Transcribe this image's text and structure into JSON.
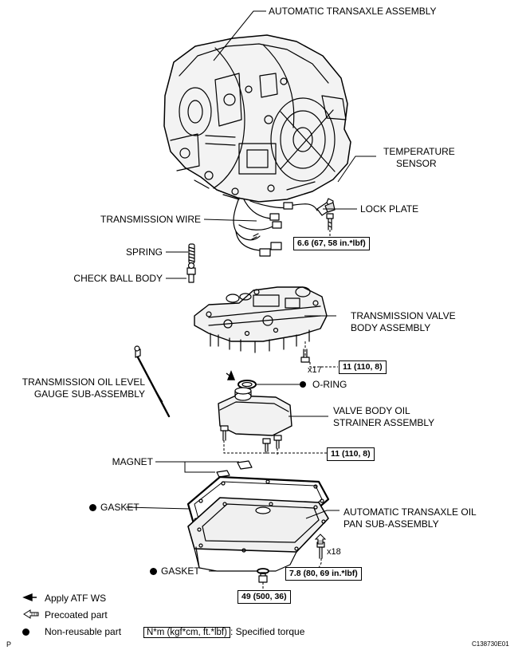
{
  "labels": {
    "automatic_transaxle_assembly": "AUTOMATIC TRANSAXLE ASSEMBLY",
    "temperature_sensor_1": "TEMPERATURE",
    "temperature_sensor_2": "SENSOR",
    "lock_plate": "LOCK PLATE",
    "transmission_wire": "TRANSMISSION WIRE",
    "spring": "SPRING",
    "check_ball_body": "CHECK BALL BODY",
    "valve_body_1": "TRANSMISSION VALVE",
    "valve_body_2": "BODY ASSEMBLY",
    "oil_level_gauge_1": "TRANSMISSION OIL LEVEL",
    "oil_level_gauge_2": "GAUGE SUB-ASSEMBLY",
    "o_ring": "O-RING",
    "strainer_1": "VALVE BODY OIL",
    "strainer_2": "STRAINER ASSEMBLY",
    "magnet": "MAGNET",
    "gasket_pan": "GASKET",
    "oil_pan_1": "AUTOMATIC TRANSAXLE OIL",
    "oil_pan_2": "PAN SUB-ASSEMBLY",
    "gasket_plug": "GASKET"
  },
  "torques": {
    "sensor_bolt": "6.6 (67, 58 in.*lbf)",
    "valve_body_bolts": "11 (110, 8)",
    "strainer_bolts": "11 (110, 8)",
    "oil_pan_bolts": "7.8 (80, 69 in.*lbf)",
    "drain_plug": "49 (500, 36)"
  },
  "counts": {
    "valve_body_bolts": "x17",
    "oil_pan_bolts": "x18"
  },
  "legend": {
    "apply_atf": "Apply ATF WS",
    "precoated": "Precoated part",
    "non_reusable": "Non-reusable part",
    "torque_unit": "N*m (kgf*cm, ft.*lbf)",
    "torque_desc": ": Specified torque"
  },
  "footer": {
    "left_mark": "P",
    "figure_id": "C138730E01"
  }
}
